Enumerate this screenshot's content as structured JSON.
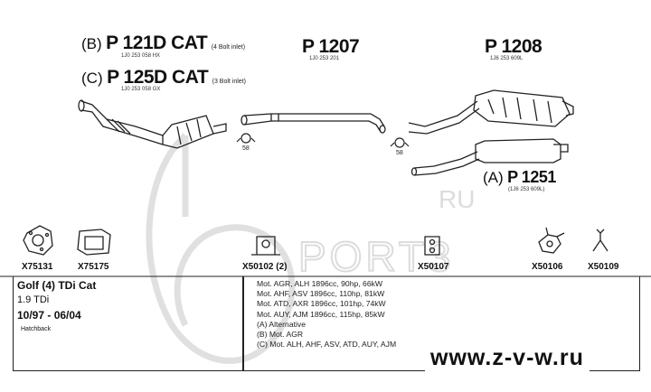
{
  "watermark": {
    "ru": "RU",
    "port": "PORT3"
  },
  "parts": {
    "p121": {
      "prefix": "(B)",
      "number": "P 121D CAT",
      "note": "(4 Bolt inlet)",
      "ref": "1J0 253 058 HX"
    },
    "p125": {
      "prefix": "(C)",
      "number": "P 125D CAT",
      "note": "(3 Bolt inlet)",
      "ref": "1J0 253 058 GX"
    },
    "p1207": {
      "number": "P 1207",
      "ref": "1J0 253 201"
    },
    "p1208": {
      "number": "P 1208",
      "ref": "1J6 253 609L"
    },
    "p1251": {
      "prefix": "(A)",
      "number": "P 1251",
      "ref": "(1J6 253 609L)"
    }
  },
  "clamp_labels": {
    "left": "58",
    "right": "58"
  },
  "accessories": [
    {
      "code": "X75131"
    },
    {
      "code": "X75175"
    },
    {
      "code": "X50102 (2)"
    },
    {
      "code": "X50107"
    },
    {
      "code": "X50106"
    },
    {
      "code": "X50109"
    }
  ],
  "vehicle": {
    "model": "Golf (4) TDi Cat",
    "engine": "1.9 TDi",
    "years": "10/97 - 06/04",
    "body": "Hatchback"
  },
  "specs": [
    "Mot. AGR, ALH 1896cc, 90hp, 66kW",
    "Mot. AHF, ASV 1896cc, 110hp, 81kW",
    "Mot. ATD, AXR 1896cc, 101hp, 74kW",
    "Mot. AUY, AJM 1896cc, 115hp, 85kW",
    "(A) Alternative",
    "(B) Mot. AGR",
    "(C) Mot. ALH, AHF, ASV, ATD, AUY, AJM"
  ],
  "website": "www.z-v-w.ru"
}
